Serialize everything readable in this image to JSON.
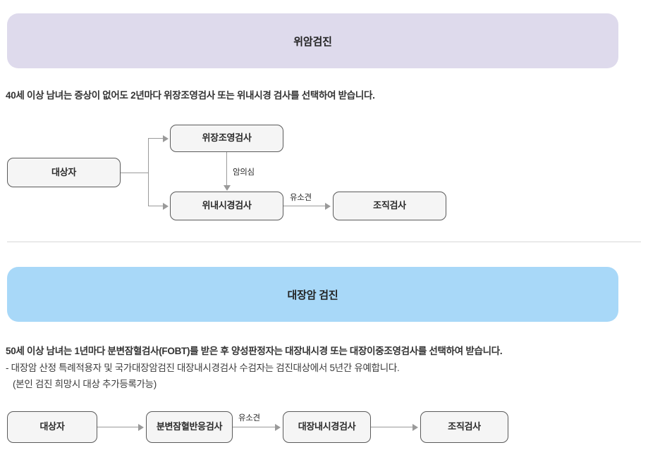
{
  "sections": [
    {
      "id": "stomach",
      "banner_title": "위암검진",
      "banner_color": "#DEDAEC",
      "description": "40세 이상 남녀는 증상이 없어도 2년마다 위장조영검사 또는 위내시경 검사를 선택하여 받습니다.",
      "flow": {
        "nodes": [
          {
            "label": "대상자"
          },
          {
            "label": "위장조영검사"
          },
          {
            "label": "위내시경검사"
          },
          {
            "label": "조직검사"
          }
        ],
        "edge_labels": [
          {
            "label": "암의심"
          },
          {
            "label": "유소견"
          }
        ]
      }
    },
    {
      "id": "colon",
      "banner_title": "대장암 검진",
      "banner_color": "#A8D8F8",
      "description_line1": "50세 이상 남녀는 1년마다 분변잠혈검사(FOBT)를 받은 후 양성판정자는 대장내시경 또는 대장이중조영검사를 선택하여 받습니다.",
      "description_line2": "- 대장암 산정 특례적용자 및 국가대장암검진 대장내시경검사 수검자는 검진대상에서 5년간 유예합니다.",
      "description_line3": "(본인 검진 희망시 대상 추가등록가능)",
      "flow": {
        "nodes": [
          {
            "label": "대상자"
          },
          {
            "label_line1": "분변잠혈",
            "label_line2": "반응검사"
          },
          {
            "label": "대장내시경검사"
          },
          {
            "label": "조직검사"
          }
        ],
        "edge_labels": [
          {
            "label": "유소견"
          }
        ]
      }
    }
  ],
  "theme": {
    "node_fill": "#F5F5F5",
    "node_border": "#5a5a5a",
    "connector": "#9a9a9a",
    "divider": "#D8D8D8",
    "text": "#333333"
  }
}
